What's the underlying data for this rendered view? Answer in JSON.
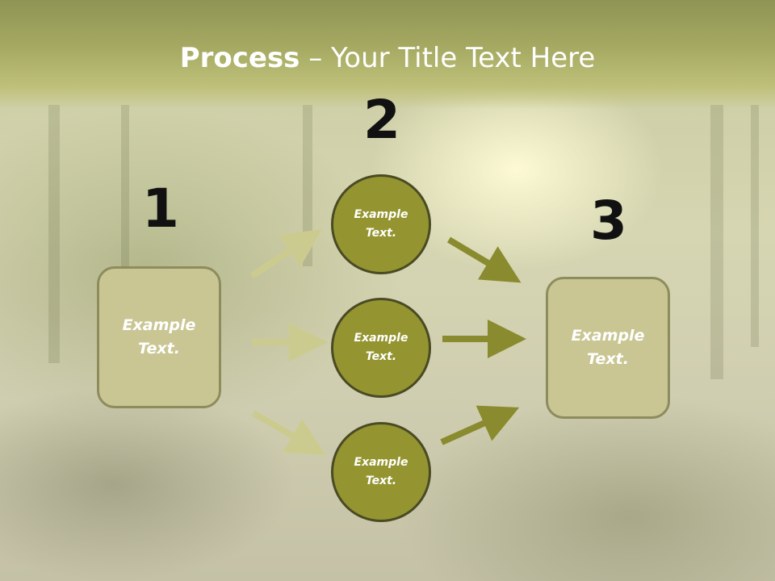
{
  "slide": {
    "title_bold": "Process",
    "title_rest": " – Your Title Text Here"
  },
  "numbers": [
    "1",
    "2",
    "3"
  ],
  "boxes": {
    "left": "Example\nText.",
    "right": "Example\nText."
  },
  "circles": [
    "Example\nText.",
    "Example\nText.",
    "Example\nText."
  ],
  "colors": {
    "header": "#a6aa62",
    "box_fill": "#c9c694",
    "box_border": "#8c8c5e",
    "circle_fill": "#949530",
    "circle_border": "#4a4a24",
    "arrow_light": "#cccb8f",
    "arrow_dark": "#8a8b2e",
    "number": "#111111"
  }
}
